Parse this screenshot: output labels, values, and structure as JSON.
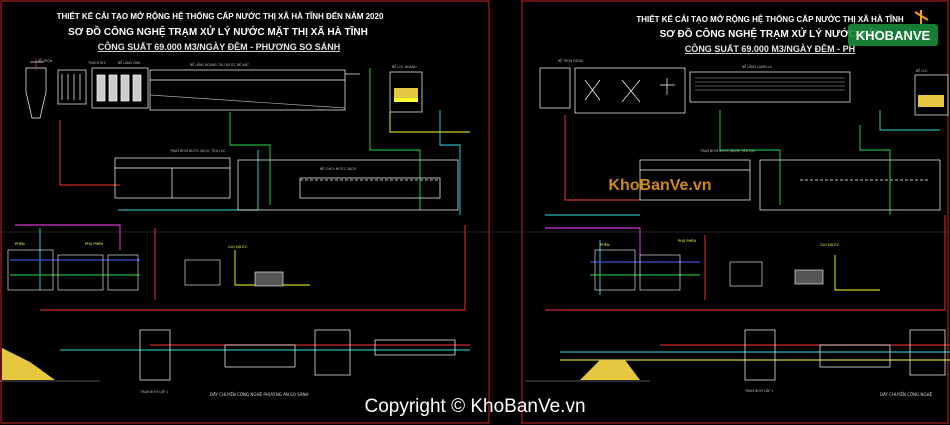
{
  "sheets": [
    {
      "title1": "THIẾT KẾ CẢI TẠO MỞ RỘNG HỆ THỐNG CẤP NƯỚC THỊ XÃ HÀ TĨNH ĐẾN NĂM 2020",
      "title2": "SƠ ĐỒ CÔNG NGHỆ TRẠM XỬ LÝ NƯỚC MẶT THỊ XÃ HÀ TĨNH",
      "title3": "CÔNG SUẤT 69.000 M3/NGÀY ĐÊM - PHƯƠNG SO SÁNH",
      "labels": {
        "be_tron": "BỂ TRỘN",
        "thieu_khi": "THÁCH KHÍ",
        "be_lang_dung": "BỂ LẮNG ỐNG",
        "be_lang_ngang": "BỂ LẮNG NGANG THU NƯỚC BỀ MẶT",
        "be_loc": "BỂ LỌC NHANH",
        "tram_bom2": "TRẠM BƠM NƯỚC SẠCH, TỬA LỌC",
        "be_chua": "BỂ CHỨA NƯỚC SẠCH",
        "phen": "PHÈN",
        "phu_phen": "PHỤ PHÈN",
        "clo": "CLO NƯỚC",
        "tram_bom1": "TRẠM BƠM CẤP 1",
        "footer": "DÂY CHUYỀN CÔNG NGHỆ PHƯƠNG ÁN SO SÁNH"
      }
    },
    {
      "title1": "THIẾT KẾ CẢI TẠO MỞ RỘNG HỆ THỐNG CẤP NƯỚC THỊ XÃ HÀ TĨNH",
      "title2": "SƠ ĐỒ CÔNG NGHỆ TRẠM XỬ LÝ NƯỚC MẶT",
      "title3": "CÔNG SUẤT 69.000 M3/NGÀY ĐÊM - PH",
      "labels": {
        "be_tron": "BỂ TRỘN ĐỨNG",
        "be_lang": "BỂ LẮNG LAMELLA",
        "be_loc": "BỂ LỌC",
        "tram_bom2": "TRẠM BƠM NƯỚC SẠCH, TỬA LỌC",
        "phen": "PHÈN",
        "phu_phen": "PHỤ PHÈN",
        "clo": "CLO NƯỚC",
        "tram_bom1": "TRẠM BƠM CẤP 1",
        "footer": "DÂY CHUYỀN CÔNG NGHỆ"
      }
    }
  ],
  "watermark": {
    "logo": "KHOBANVE",
    "center_text": "KhoBanVe.vn",
    "copyright": "Copyright © KhoBanVe.vn"
  },
  "colors": {
    "background": "#000000",
    "frame": "#cc2222",
    "green": "#22dd44",
    "cyan": "#33dddd",
    "yellow": "#ffff33",
    "magenta": "#ff44ff",
    "red": "#ff3333",
    "blue": "#4466ff",
    "white": "#ffffff",
    "sand": "#e6c840",
    "watermark_orange": "#f5a020"
  }
}
